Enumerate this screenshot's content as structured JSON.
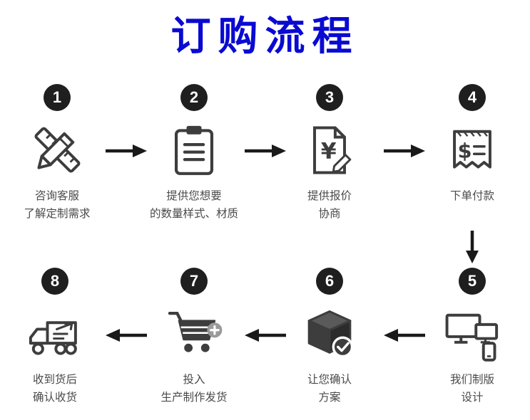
{
  "title": "订购流程",
  "accent_color": "#0a0ad2",
  "icon_color": "#3d3d3d",
  "steps": [
    {
      "number": "1",
      "icon": "pencil-ruler-icon",
      "line1": "咨询客服",
      "line2": "了解定制需求"
    },
    {
      "number": "2",
      "icon": "clipboard-icon",
      "line1": "提供您想要",
      "line2": "的数量样式、材质"
    },
    {
      "number": "3",
      "icon": "quote-document-icon",
      "line1": "提供报价",
      "line2": "协商"
    },
    {
      "number": "4",
      "icon": "receipt-payment-icon",
      "line1": "下单付款",
      "line2": ""
    },
    {
      "number": "5",
      "icon": "design-devices-icon",
      "line1": "我们制版",
      "line2": "设计"
    },
    {
      "number": "6",
      "icon": "confirm-box-icon",
      "line1": "让您确认",
      "line2": "方案"
    },
    {
      "number": "7",
      "icon": "production-cart-icon",
      "line1": "投入",
      "line2": "生产制作发货"
    },
    {
      "number": "8",
      "icon": "delivery-truck-icon",
      "line1": "收到货后",
      "line2": "确认收货"
    }
  ]
}
